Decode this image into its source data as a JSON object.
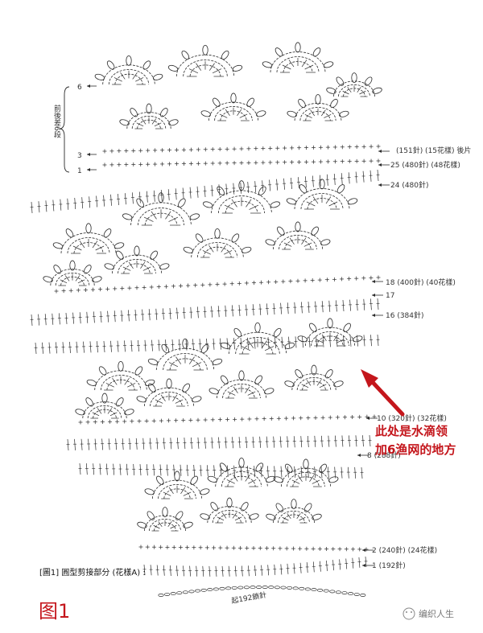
{
  "colors": {
    "ink": "#2b2b2b",
    "accent": "#c4161c",
    "watermark": "#888888"
  },
  "left_labels": {
    "row6": "6",
    "row3": "3",
    "row1": "1",
    "bracket_text": "前後差6段"
  },
  "right_labels": [
    {
      "id": "r151",
      "text": "(151針) (15花樣) 後片"
    },
    {
      "id": "r25",
      "text": "25 (480針) (48花樣)"
    },
    {
      "id": "r24",
      "text": "24 (480針)"
    },
    {
      "id": "r18",
      "text": "18 (400針) (40花樣)"
    },
    {
      "id": "r17",
      "text": "17"
    },
    {
      "id": "r16",
      "text": "16 (384針)"
    },
    {
      "id": "r10",
      "text": "10 (320針) (32花樣)"
    },
    {
      "id": "r8",
      "text": "8 (288針)"
    },
    {
      "id": "r2",
      "text": "2 (240針) (24花樣)"
    },
    {
      "id": "r1",
      "text": "1 (192針)"
    }
  ],
  "annotation": {
    "line1": "此处是水滴领",
    "line2": "加6渔网的地方"
  },
  "caption": "[圖1] 圓型剪接部分 (花樣A) :",
  "start_label": "起192鎖針",
  "figure_tag": "图1",
  "watermark": "编织人生"
}
